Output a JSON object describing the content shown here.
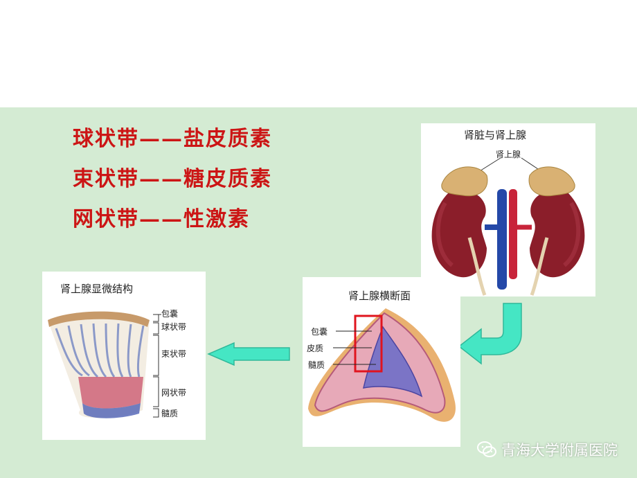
{
  "zones": [
    {
      "label": "球状带——盐皮质素"
    },
    {
      "label": "束状带——糖皮质素"
    },
    {
      "label": "网状带——性激素"
    }
  ],
  "kidney_figure": {
    "title": "肾脏与肾上腺",
    "adrenal_label": "肾上腺"
  },
  "cross_section_figure": {
    "title": "肾上腺横断面",
    "labels": [
      "包囊",
      "皮质",
      "髓质"
    ]
  },
  "micro_figure": {
    "title": "肾上腺显微结构",
    "labels": [
      "包囊",
      "球状带",
      "束状带",
      "网状带",
      "髓质"
    ]
  },
  "watermark": {
    "text": "青海大学附属医院",
    "icon": "wechat-icon"
  },
  "colors": {
    "background": "#d4ebd3",
    "zone_text": "#cc1515",
    "arrow": "#45e6c4",
    "highlight_box": "#e0141e"
  }
}
